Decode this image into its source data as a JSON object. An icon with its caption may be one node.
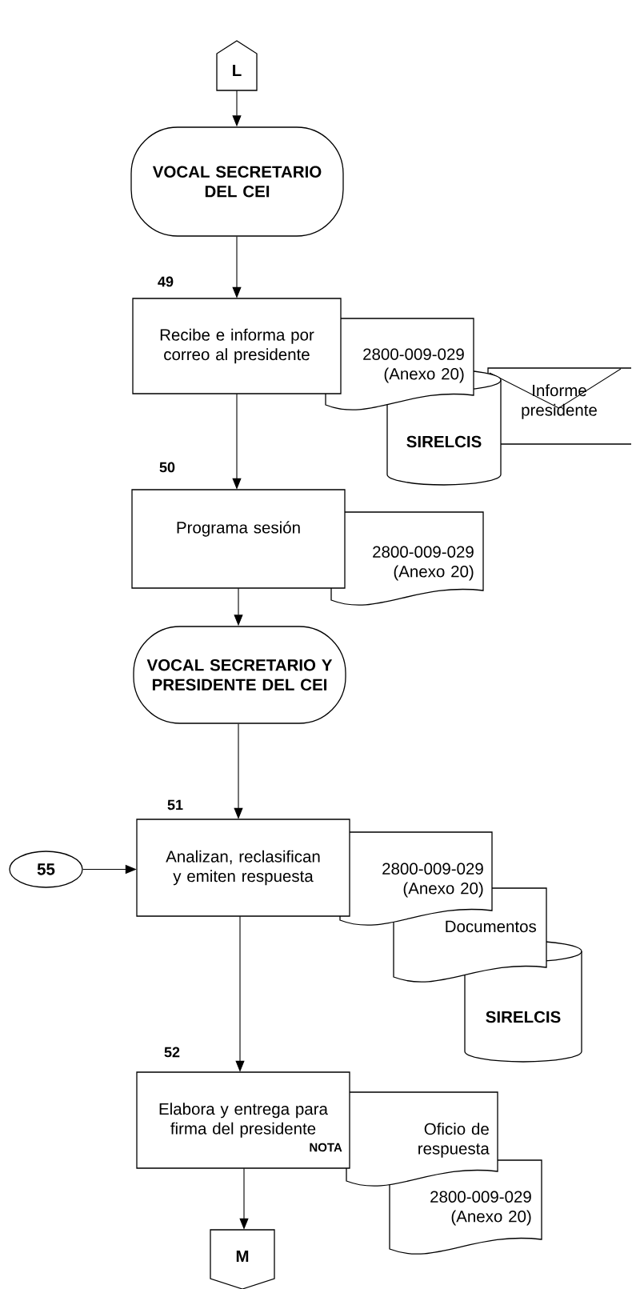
{
  "diagram": {
    "nodes": [
      {
        "text": [
          "L"
        ]
      },
      {
        "text": [
          "VOCAL SECRETARIO DEL CEI"
        ]
      },
      {
        "text": [
          "Recibe e informa por correo al presidente"
        ],
        "beside": [
          "49"
        ]
      },
      {
        "text": [
          "2800-009-029 (Anexo 20)"
        ]
      },
      {
        "text": [
          "SIRELCIS"
        ]
      },
      {
        "text": [
          "Informe presidente"
        ]
      },
      {
        "text": [
          "Programa sesión"
        ],
        "beside": [
          "50"
        ]
      },
      {
        "text": [
          "2800-009-029 (Anexo 20)"
        ]
      },
      {
        "text": [
          "VOCAL SECRETARIO Y PRESIDENTE DEL CEI"
        ]
      },
      {
        "text": [
          "55"
        ]
      },
      {
        "text": [
          "Analizan, reclasifican y emiten respuesta"
        ],
        "beside": [
          "51"
        ]
      },
      {
        "text": [
          "2800-009-029 (Anexo 20)"
        ]
      },
      {
        "text": [
          "Documentos"
        ]
      },
      {
        "text": [
          "SIRELCIS"
        ]
      },
      {
        "text": [
          "Elabora y entrega para firma del presidente",
          "NOTA"
        ],
        "beside": [
          "52"
        ]
      },
      {
        "text": [
          "Oficio de respuesta"
        ]
      },
      {
        "text": [
          "2800-009-029 (Anexo 20)"
        ]
      },
      {
        "text": [
          "M"
        ]
      }
    ],
    "edges": [
      {
        "from": 0,
        "to": 1,
        "arrow": "to"
      },
      {
        "from": 1,
        "to": 2,
        "arrow": "to"
      },
      {
        "from": 2,
        "to": 6,
        "arrow": "to"
      },
      {
        "from": 6,
        "to": 8,
        "arrow": "to"
      },
      {
        "from": 8,
        "to": 10,
        "arrow": "to"
      },
      {
        "from": 9,
        "to": 10,
        "arrow": "to"
      },
      {
        "from": 10,
        "to": 14,
        "arrow": "to"
      },
      {
        "from": 14,
        "to": 17,
        "arrow": "to"
      }
    ]
  }
}
